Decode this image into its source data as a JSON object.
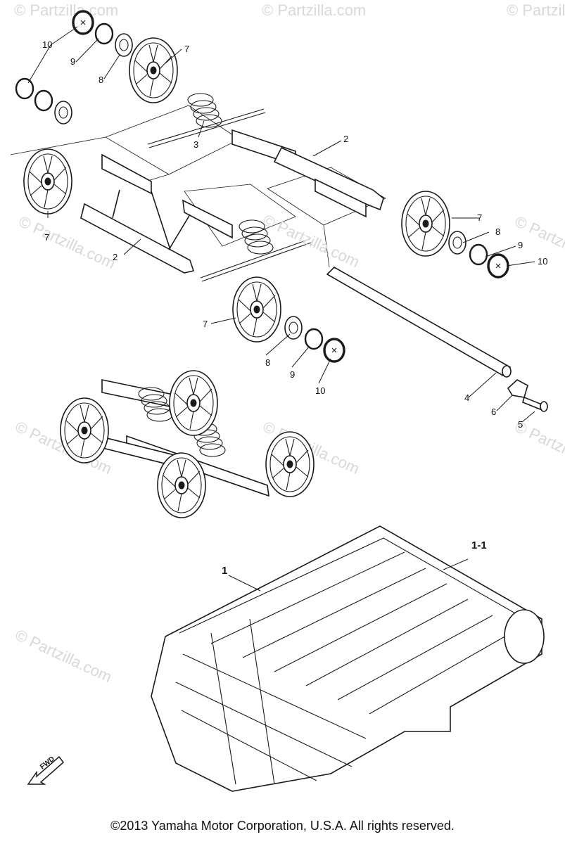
{
  "watermarks": [
    "© Partzilla.com",
    "© Partzilla.com",
    "© Partzilla.com",
    "© Partzilla.com",
    "© Partzilla.com",
    "© Partzilla.com",
    "© Partzilla.com",
    "© Partzilla.com",
    "© Partzilla.com"
  ],
  "center_watermark": "© Partzilla.com",
  "callouts": {
    "c10a": "10",
    "c9a": "9",
    "c8a": "8",
    "c7a": "7",
    "c3": "3",
    "c2a": "2",
    "c7b": "7",
    "c2b": "2",
    "c7c": "7",
    "c8b": "8",
    "c9b": "9",
    "c10b": "10",
    "c7d": "7",
    "c8c": "8",
    "c9c": "9",
    "c10c": "10",
    "c4": "4",
    "c6": "6",
    "c5": "5",
    "c1": "1",
    "c1_1": "1-1"
  },
  "fwd_label": "FWD",
  "copyright": "©2013 Yamaha Motor Corporation, U.S.A. All rights reserved."
}
